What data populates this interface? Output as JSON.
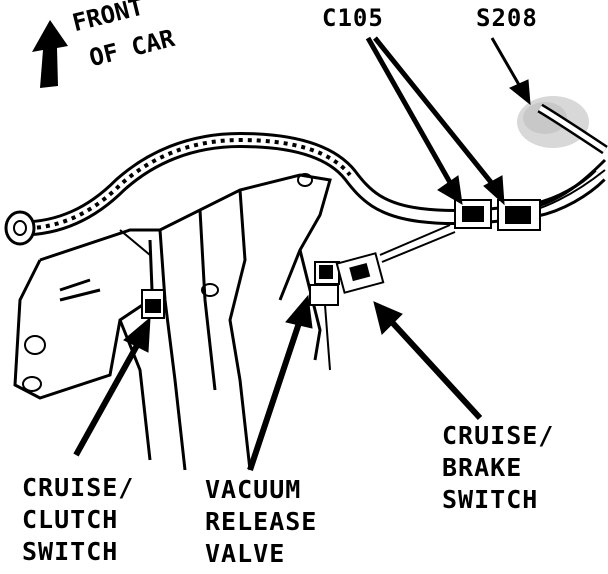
{
  "front": {
    "line1": "FRONT",
    "line2": "OF CAR"
  },
  "connectors": {
    "c105": "C105",
    "s208": "S208"
  },
  "labels": {
    "cruise_clutch": [
      "CRUISE/",
      "CLUTCH",
      "SWITCH"
    ],
    "vacuum_release": [
      "VACUUM",
      "RELEASE",
      "VALVE"
    ],
    "cruise_brake": [
      "CRUISE/",
      "BRAKE",
      "SWITCH"
    ]
  }
}
